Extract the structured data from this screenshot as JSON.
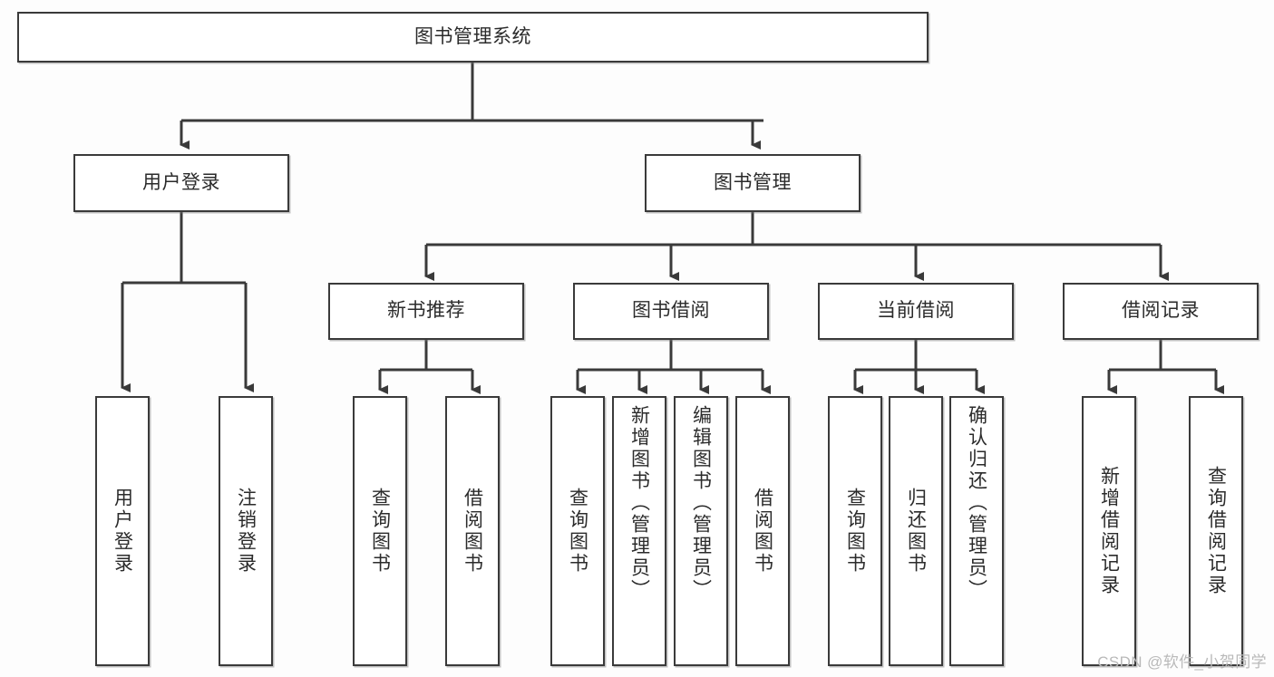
{
  "diagram": {
    "type": "tree-hierarchy-chart",
    "title": "图书管理系统",
    "watermark": "CSDN @软件_小贺同学",
    "colors": {
      "stroke": "#3a3a3a",
      "fill": "#ffffff",
      "text": "#2b2b2b",
      "background": "#fdfdfd",
      "watermark": "#b9b9b9"
    },
    "levels": {
      "root": {
        "label": "图书管理系统"
      },
      "level2": [
        {
          "label": "用户登录"
        },
        {
          "label": "图书管理"
        }
      ],
      "level3": [
        {
          "label": "新书推荐"
        },
        {
          "label": "图书借阅"
        },
        {
          "label": "当前借阅"
        },
        {
          "label": "借阅记录"
        }
      ],
      "leaves": {
        "user_login": [
          {
            "label": "用户登录"
          },
          {
            "label": "注销登录"
          }
        ],
        "new_book_recommend": [
          {
            "label": "查询图书"
          },
          {
            "label": "借阅图书"
          }
        ],
        "book_borrow": [
          {
            "label": "查询图书"
          },
          {
            "label": "新增图书（管理员）"
          },
          {
            "label": "编辑图书（管理员）"
          },
          {
            "label": "借阅图书"
          }
        ],
        "current_borrow": [
          {
            "label": "查询图书"
          },
          {
            "label": "归还图书"
          },
          {
            "label": "确认归还（管理员）"
          }
        ],
        "borrow_record": [
          {
            "label": "新增借阅记录"
          },
          {
            "label": "查询借阅记录"
          }
        ]
      }
    }
  }
}
